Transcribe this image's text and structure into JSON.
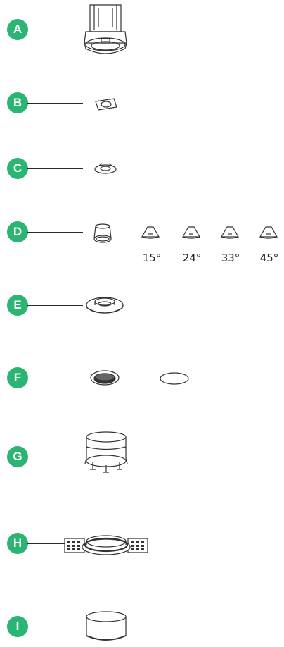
{
  "accent_color": "#2bb573",
  "components": [
    {
      "letter": "A",
      "icon": "trim-housing-icon"
    },
    {
      "letter": "B",
      "icon": "mounting-plate-icon"
    },
    {
      "letter": "C",
      "icon": "retaining-clip-icon"
    },
    {
      "letter": "D",
      "icon": "reflector-icon"
    },
    {
      "letter": "E",
      "icon": "trim-ring-icon"
    },
    {
      "letter": "F",
      "icon": "lens-gasket-icon"
    },
    {
      "letter": "G",
      "icon": "frame-collar-icon"
    },
    {
      "letter": "H",
      "icon": "mud-in-flange-icon"
    },
    {
      "letter": "I",
      "icon": "cover-ring-icon"
    }
  ],
  "beam_angles": [
    "15°",
    "24°",
    "33°",
    "45°"
  ]
}
